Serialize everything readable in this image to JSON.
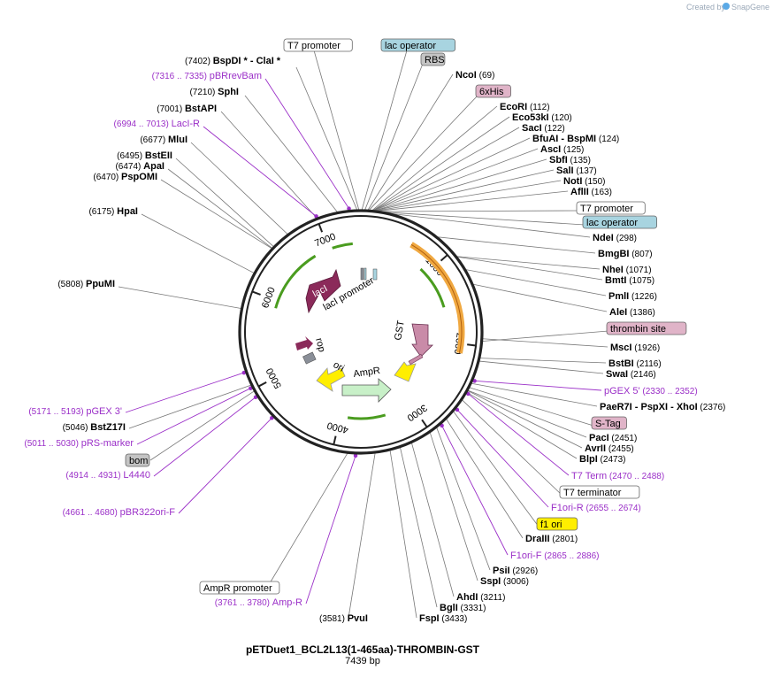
{
  "credit": {
    "prefix": "Created by",
    "brand": "SnapGene"
  },
  "title": "pETDuet1_BCL2L13(1-465aa)-THROMBIN-GST",
  "subtitle": "7439 bp",
  "ticks": [
    "1000",
    "2000",
    "3000",
    "4000",
    "5000",
    "6000",
    "7000"
  ],
  "top_sites": [
    {
      "name": "BspDI *",
      "sep": "-",
      "name2": "ClaI *",
      "num": "(7402)"
    },
    {
      "name": "SphI",
      "num": "(7210)"
    },
    {
      "name": "BstAPI",
      "num": "(7001)"
    },
    {
      "name": "MluI",
      "num": "(6677)"
    },
    {
      "name": "BstEII",
      "num": "(6495)"
    },
    {
      "name": "ApaI",
      "num": "(6474)"
    },
    {
      "name": "PspOMI",
      "num": "(6470)"
    },
    {
      "name": "HpaI",
      "num": "(6175)"
    },
    {
      "name": "PpuMI",
      "num": "(5808)"
    },
    {
      "name": "BstZ17I",
      "num": "(5046)"
    }
  ],
  "left_primers": [
    {
      "name": "pBRrevBam",
      "num": "(7316 .. 7335)"
    },
    {
      "name": "LacI-R",
      "num": "(6994 .. 7013)"
    },
    {
      "name": "pGEX 3'",
      "num": "(5171 .. 5193)"
    },
    {
      "name": "pRS-marker",
      "num": "(5011 .. 5030)"
    },
    {
      "name": "L4440",
      "num": "(4914 .. 4931)"
    },
    {
      "name": "pBR322ori-F",
      "num": "(4661 .. 4680)"
    },
    {
      "name": "Amp-R",
      "num": "(3761 .. 3780)"
    }
  ],
  "right_sites": [
    {
      "name": "NcoI",
      "num": "(69)"
    },
    {
      "name": "EcoRI",
      "num": "(112)"
    },
    {
      "name": "Eco53kI",
      "num": "(120)"
    },
    {
      "name": "SacI",
      "num": "(122)"
    },
    {
      "name": "BfuAI",
      "sep": "-",
      "name2": "BspMI",
      "num": "(124)"
    },
    {
      "name": "AscI",
      "num": "(125)"
    },
    {
      "name": "SbfI",
      "num": "(135)"
    },
    {
      "name": "SalI",
      "num": "(137)"
    },
    {
      "name": "NotI",
      "num": "(150)"
    },
    {
      "name": "AflII",
      "num": "(163)"
    },
    {
      "name": "NdeI",
      "num": "(298)"
    },
    {
      "name": "BmgBI",
      "num": "(807)"
    },
    {
      "name": "NheI",
      "num": "(1071)"
    },
    {
      "name": "BmtI",
      "num": "(1075)"
    },
    {
      "name": "PmlI",
      "num": "(1226)"
    },
    {
      "name": "AleI",
      "num": "(1386)"
    },
    {
      "name": "MscI",
      "num": "(1926)"
    },
    {
      "name": "BstBI",
      "num": "(2116)"
    },
    {
      "name": "SwaI",
      "num": "(2146)"
    },
    {
      "name": "PaeR7I",
      "sep": "-",
      "name2": "PspXI",
      "sep2": "-",
      "name3": "XhoI",
      "num": "(2376)"
    },
    {
      "name": "PacI",
      "num": "(2451)"
    },
    {
      "name": "AvrII",
      "num": "(2455)"
    },
    {
      "name": "BlpI",
      "num": "(2473)"
    },
    {
      "name": "DraIII",
      "num": "(2801)"
    },
    {
      "name": "PsiI",
      "num": "(2926)"
    },
    {
      "name": "SspI",
      "num": "(3006)"
    },
    {
      "name": "AhdI",
      "num": "(3211)"
    },
    {
      "name": "BglI",
      "num": "(3331)"
    },
    {
      "name": "FspI",
      "num": "(3433)"
    },
    {
      "name": "PvuI",
      "num": "(3581)"
    }
  ],
  "right_primers": [
    {
      "name": "pGEX 5'",
      "num": "(2330 .. 2352)"
    },
    {
      "name": "T7 Term",
      "num": "(2470 .. 2488)"
    },
    {
      "name": "F1ori-R",
      "num": "(2655 .. 2674)"
    },
    {
      "name": "F1ori-F",
      "num": "(2865 .. 2886)"
    }
  ],
  "boxed_features": [
    {
      "name": "T7 promoter",
      "style": "white"
    },
    {
      "name": "lac operator",
      "style": "blue"
    },
    {
      "name": "RBS",
      "style": "gray"
    },
    {
      "name": "6xHis",
      "style": "pink"
    },
    {
      "name": "T7 promoter",
      "style": "white"
    },
    {
      "name": "lac operator",
      "style": "blue"
    },
    {
      "name": "thrombin site",
      "style": "pink"
    },
    {
      "name": "S-Tag",
      "style": "pink"
    },
    {
      "name": "T7 terminator",
      "style": "white"
    },
    {
      "name": "f1 ori",
      "style": "yellow"
    },
    {
      "name": "bom",
      "style": "gray"
    },
    {
      "name": "AmpR promoter",
      "style": "white"
    }
  ],
  "map_features": {
    "lacI": "lacI",
    "lacI_promoter": "lacI promoter",
    "rop": "rop",
    "ori": "ori",
    "AmpR": "AmpR",
    "GST": "GST"
  },
  "colors": {
    "backbone": "#222222",
    "primer": "#9b30c8",
    "orf_green": "#4a9c1f",
    "gst_orange": "#f0a840",
    "lacI": "#8b2a5a",
    "ampr": "#c8f0c8",
    "ori_yellow": "#ffee00",
    "gst_pink": "#c98ba8",
    "blue_box": "#a8d4e0",
    "pink_box": "#e0b4c8",
    "gray_box": "#c4c4c4",
    "yellow_box": "#ffee00"
  }
}
